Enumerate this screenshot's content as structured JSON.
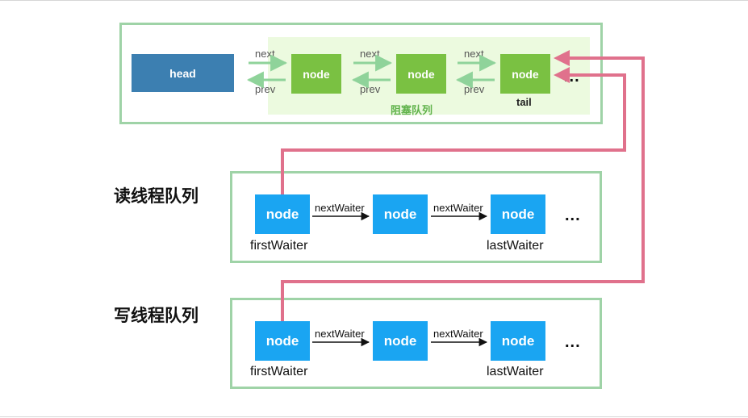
{
  "top": {
    "head_label": "head",
    "node_label": "node",
    "next_label": "next",
    "prev_label": "prev",
    "blocking_queue_label": "阻塞队列",
    "tail_label": "tail",
    "ellipsis": "..."
  },
  "read_queue": {
    "title": "读线程队列",
    "node_label": "node",
    "next_waiter_label": "nextWaiter",
    "first_waiter_label": "firstWaiter",
    "last_waiter_label": "lastWaiter",
    "ellipsis": "..."
  },
  "write_queue": {
    "title": "写线程队列",
    "node_label": "node",
    "next_waiter_label": "nextWaiter",
    "first_waiter_label": "firstWaiter",
    "last_waiter_label": "lastWaiter",
    "ellipsis": "..."
  },
  "colors": {
    "box_border": "#9fd3a7",
    "blocking_zone": "#ecfadf",
    "node_green": "#7ac142",
    "node_head": "#3c7fb1",
    "node_blue": "#1aa5f2",
    "arrow_green": "#8fd39a",
    "pointer_pink": "#e0718c"
  }
}
